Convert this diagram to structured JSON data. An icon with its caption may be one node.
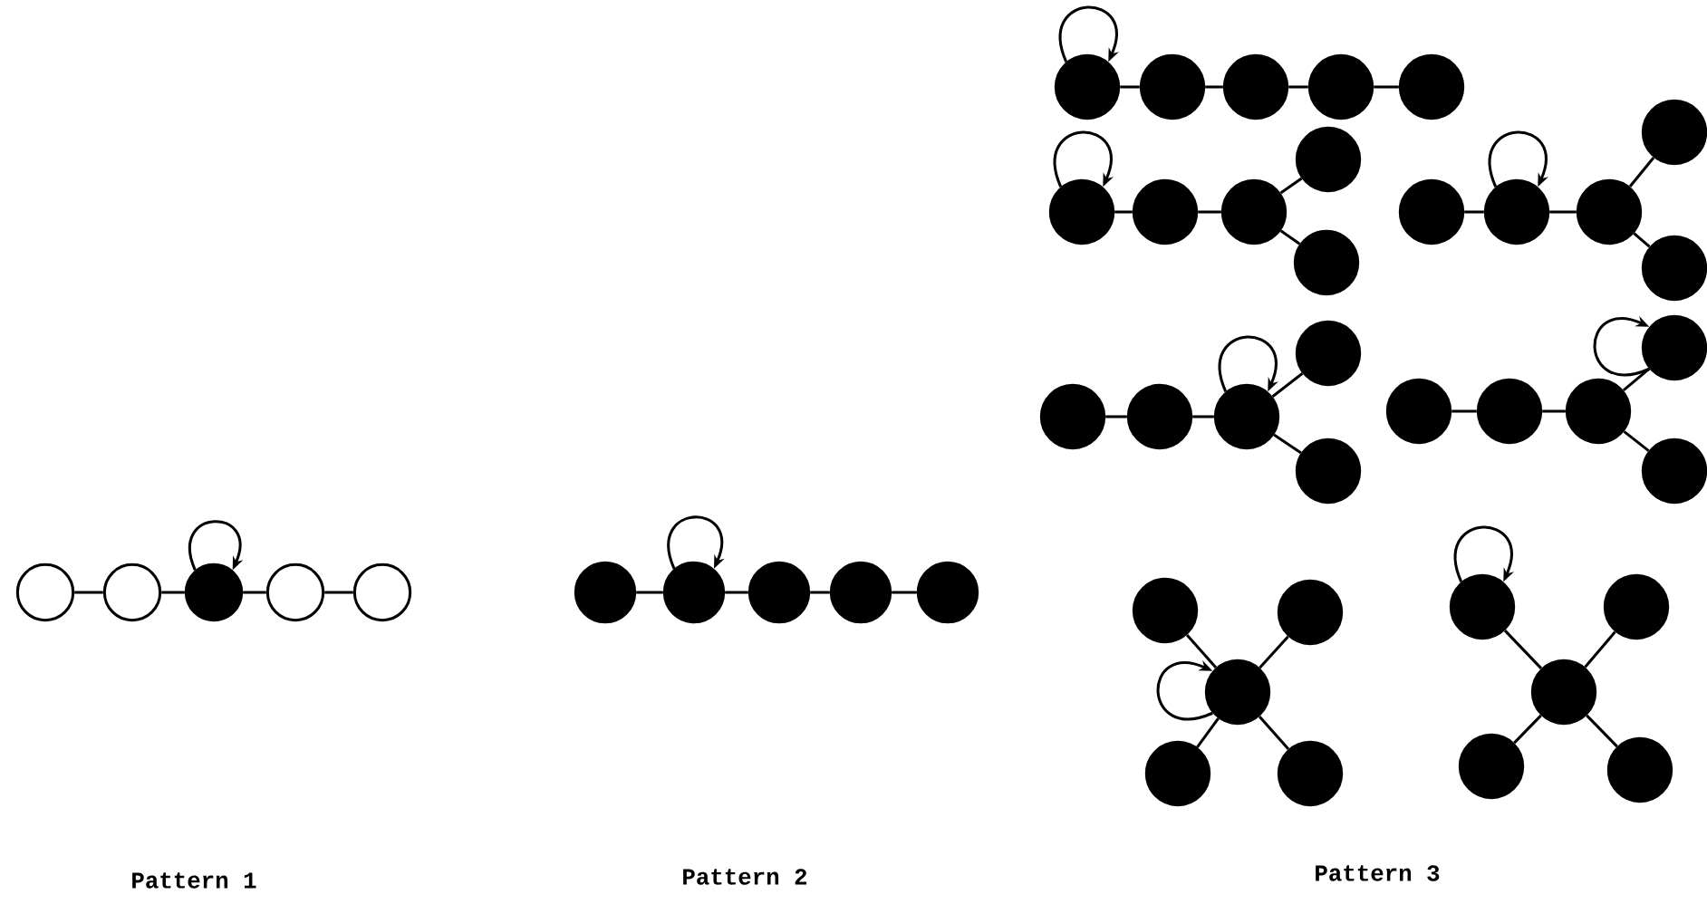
{
  "diagram": {
    "nodes": [
      {
        "text": [],
        "shape": "circle"
      },
      {
        "text": [],
        "shape": "circle"
      },
      {
        "text": [],
        "shape": "disc"
      },
      {
        "text": [],
        "shape": "circle"
      },
      {
        "text": [],
        "shape": "circle"
      },
      {
        "text": [],
        "shape": "disc"
      },
      {
        "text": [],
        "shape": "disc"
      },
      {
        "text": [],
        "shape": "disc"
      },
      {
        "text": [],
        "shape": "disc"
      },
      {
        "text": [],
        "shape": "disc"
      },
      {
        "text": [],
        "shape": "disc"
      },
      {
        "text": [],
        "shape": "disc"
      },
      {
        "text": [],
        "shape": "disc"
      },
      {
        "text": [],
        "shape": "disc"
      },
      {
        "text": [],
        "shape": "disc"
      },
      {
        "text": [],
        "shape": "disc"
      },
      {
        "text": [],
        "shape": "disc"
      },
      {
        "text": [],
        "shape": "disc"
      },
      {
        "text": [],
        "shape": "disc"
      },
      {
        "text": [],
        "shape": "disc"
      },
      {
        "text": [],
        "shape": "disc"
      },
      {
        "text": [],
        "shape": "disc"
      },
      {
        "text": [],
        "shape": "disc"
      },
      {
        "text": [],
        "shape": "disc"
      },
      {
        "text": [],
        "shape": "disc"
      },
      {
        "text": [],
        "shape": "disc"
      },
      {
        "text": [],
        "shape": "disc"
      },
      {
        "text": [],
        "shape": "disc"
      },
      {
        "text": [],
        "shape": "disc"
      },
      {
        "text": [],
        "shape": "disc"
      },
      {
        "text": [],
        "shape": "disc"
      },
      {
        "text": [],
        "shape": "disc"
      },
      {
        "text": [],
        "shape": "disc"
      },
      {
        "text": [],
        "shape": "disc"
      },
      {
        "text": [],
        "shape": "disc"
      },
      {
        "text": [],
        "shape": "disc"
      },
      {
        "text": [],
        "shape": "disc"
      },
      {
        "text": [],
        "shape": "disc"
      },
      {
        "text": [],
        "shape": "disc"
      },
      {
        "text": [],
        "shape": "disc"
      },
      {
        "text": [],
        "shape": "disc"
      },
      {
        "text": [],
        "shape": "disc"
      },
      {
        "text": [],
        "shape": "disc"
      },
      {
        "text": [],
        "shape": "disc"
      },
      {
        "text": [],
        "shape": "disc"
      }
    ],
    "edges": [
      {
        "from": 0,
        "to": 1,
        "arrow": "none"
      },
      {
        "from": 1,
        "to": 2,
        "arrow": "none"
      },
      {
        "from": 2,
        "to": 3,
        "arrow": "none"
      },
      {
        "from": 3,
        "to": 4,
        "arrow": "none"
      },
      {
        "from": 2,
        "to": 2,
        "arrow": "to"
      },
      {
        "from": 5,
        "to": 6,
        "arrow": "none"
      },
      {
        "from": 6,
        "to": 7,
        "arrow": "none"
      },
      {
        "from": 7,
        "to": 8,
        "arrow": "none"
      },
      {
        "from": 8,
        "to": 9,
        "arrow": "none"
      },
      {
        "from": 6,
        "to": 6,
        "arrow": "to"
      },
      {
        "from": 10,
        "to": 11,
        "arrow": "none"
      },
      {
        "from": 11,
        "to": 12,
        "arrow": "none"
      },
      {
        "from": 12,
        "to": 13,
        "arrow": "none"
      },
      {
        "from": 13,
        "to": 14,
        "arrow": "none"
      },
      {
        "from": 10,
        "to": 10,
        "arrow": "to"
      },
      {
        "from": 15,
        "to": 16,
        "arrow": "none"
      },
      {
        "from": 16,
        "to": 17,
        "arrow": "none"
      },
      {
        "from": 17,
        "to": 18,
        "arrow": "none"
      },
      {
        "from": 17,
        "to": 19,
        "arrow": "none"
      },
      {
        "from": 15,
        "to": 15,
        "arrow": "to"
      },
      {
        "from": 20,
        "to": 21,
        "arrow": "none"
      },
      {
        "from": 21,
        "to": 22,
        "arrow": "none"
      },
      {
        "from": 22,
        "to": 23,
        "arrow": "none"
      },
      {
        "from": 22,
        "to": 24,
        "arrow": "none"
      },
      {
        "from": 21,
        "to": 21,
        "arrow": "to"
      },
      {
        "from": 25,
        "to": 26,
        "arrow": "none"
      },
      {
        "from": 26,
        "to": 27,
        "arrow": "none"
      },
      {
        "from": 27,
        "to": 28,
        "arrow": "none"
      },
      {
        "from": 27,
        "to": 29,
        "arrow": "none"
      },
      {
        "from": 27,
        "to": 27,
        "arrow": "to"
      },
      {
        "from": 30,
        "to": 31,
        "arrow": "none"
      },
      {
        "from": 31,
        "to": 32,
        "arrow": "none"
      },
      {
        "from": 32,
        "to": 33,
        "arrow": "none"
      },
      {
        "from": 32,
        "to": 34,
        "arrow": "none"
      },
      {
        "from": 33,
        "to": 33,
        "arrow": "to"
      },
      {
        "from": 37,
        "to": 35,
        "arrow": "none"
      },
      {
        "from": 37,
        "to": 36,
        "arrow": "none"
      },
      {
        "from": 37,
        "to": 38,
        "arrow": "none"
      },
      {
        "from": 37,
        "to": 39,
        "arrow": "none"
      },
      {
        "from": 37,
        "to": 37,
        "arrow": "to"
      },
      {
        "from": 42,
        "to": 40,
        "arrow": "none"
      },
      {
        "from": 42,
        "to": 41,
        "arrow": "none"
      },
      {
        "from": 42,
        "to": 43,
        "arrow": "none"
      },
      {
        "from": 42,
        "to": 44,
        "arrow": "none"
      },
      {
        "from": 40,
        "to": 40,
        "arrow": "to"
      }
    ],
    "labels": [
      "Pattern 1",
      "Pattern 2",
      "Pattern 3"
    ]
  }
}
